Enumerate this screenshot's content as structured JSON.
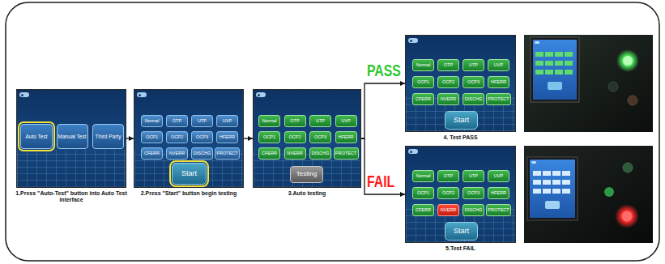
{
  "diagram": {
    "nodes": [
      {
        "text": [
          "1.Press \"Auto-Test\" button into Auto Test interface"
        ]
      },
      {
        "text": [
          "Auto Test"
        ],
        "in": 0
      },
      {
        "text": [
          "Manual Test"
        ],
        "in": 0
      },
      {
        "text": [
          "Third Party"
        ],
        "in": 0
      },
      {
        "text": [
          "2.Press \"Start\" button begin testing"
        ]
      },
      {
        "text": [
          "Normal"
        ],
        "in": 4
      },
      {
        "text": [
          "OTP"
        ],
        "in": 4
      },
      {
        "text": [
          "UTP"
        ],
        "in": 4
      },
      {
        "text": [
          "UVP"
        ],
        "in": 4
      },
      {
        "text": [
          "OCP1"
        ],
        "in": 4
      },
      {
        "text": [
          "OCP2"
        ],
        "in": 4
      },
      {
        "text": [
          "OCP3"
        ],
        "in": 4
      },
      {
        "text": [
          "HFERR"
        ],
        "in": 4
      },
      {
        "text": [
          "CFERR"
        ],
        "in": 4
      },
      {
        "text": [
          "NVERR"
        ],
        "in": 4
      },
      {
        "text": [
          "DISCHG"
        ],
        "in": 4
      },
      {
        "text": [
          "PROTECT"
        ],
        "in": 4
      },
      {
        "text": [
          "Start"
        ],
        "in": 4
      },
      {
        "text": [
          "3.Auto testing"
        ]
      },
      {
        "text": [
          "Normal"
        ],
        "in": 18
      },
      {
        "text": [
          "OTP"
        ],
        "in": 18
      },
      {
        "text": [
          "UTP"
        ],
        "in": 18
      },
      {
        "text": [
          "UVP"
        ],
        "in": 18
      },
      {
        "text": [
          "OCP1"
        ],
        "in": 18
      },
      {
        "text": [
          "OCP2"
        ],
        "in": 18
      },
      {
        "text": [
          "OCP3"
        ],
        "in": 18
      },
      {
        "text": [
          "HFERR"
        ],
        "in": 18
      },
      {
        "text": [
          "CFERR"
        ],
        "in": 18
      },
      {
        "text": [
          "NVERR"
        ],
        "in": 18
      },
      {
        "text": [
          "DISCHG"
        ],
        "in": 18
      },
      {
        "text": [
          "PROTECT"
        ],
        "in": 18
      },
      {
        "text": [
          "Testing"
        ],
        "in": 18
      },
      {
        "text": [
          "4. Test PASS"
        ]
      },
      {
        "text": [
          "Normal"
        ],
        "in": 32
      },
      {
        "text": [
          "OTP"
        ],
        "in": 32
      },
      {
        "text": [
          "UTP"
        ],
        "in": 32
      },
      {
        "text": [
          "UVP"
        ],
        "in": 32
      },
      {
        "text": [
          "OCP1"
        ],
        "in": 32
      },
      {
        "text": [
          "OCP2"
        ],
        "in": 32
      },
      {
        "text": [
          "OCP3"
        ],
        "in": 32
      },
      {
        "text": [
          "HFERR"
        ],
        "in": 32
      },
      {
        "text": [
          "CFERR"
        ],
        "in": 32
      },
      {
        "text": [
          "NVERR"
        ],
        "in": 32
      },
      {
        "text": [
          "DISCHG"
        ],
        "in": 32
      },
      {
        "text": [
          "PROTECT"
        ],
        "in": 32
      },
      {
        "text": [
          "Start"
        ],
        "in": 32
      },
      {
        "text": [
          "5.Test FAIL"
        ]
      },
      {
        "text": [
          "Normal"
        ],
        "in": 46
      },
      {
        "text": [
          "OTP"
        ],
        "in": 46
      },
      {
        "text": [
          "UTP"
        ],
        "in": 46
      },
      {
        "text": [
          "UVP"
        ],
        "in": 46
      },
      {
        "text": [
          "OCP1"
        ],
        "in": 46
      },
      {
        "text": [
          "OCP2"
        ],
        "in": 46
      },
      {
        "text": [
          "OCP3"
        ],
        "in": 46
      },
      {
        "text": [
          "HFERR"
        ],
        "in": 46
      },
      {
        "text": [
          "CFERR"
        ],
        "in": 46
      },
      {
        "text": [
          "NVERR"
        ],
        "in": 46
      },
      {
        "text": [
          "DISCHG"
        ],
        "in": 46
      },
      {
        "text": [
          "PROTECT"
        ],
        "in": 46
      },
      {
        "text": [
          "Start"
        ],
        "in": 46
      }
    ],
    "edges": [
      {
        "from": 0,
        "to": 4,
        "arrow": "to"
      },
      {
        "from": 4,
        "to": 18,
        "arrow": "to"
      },
      {
        "from": 18,
        "to": 32,
        "label": "PASS",
        "arrow": "to"
      },
      {
        "from": 18,
        "to": 46,
        "label": "FAIL",
        "arrow": "to"
      }
    ]
  }
}
